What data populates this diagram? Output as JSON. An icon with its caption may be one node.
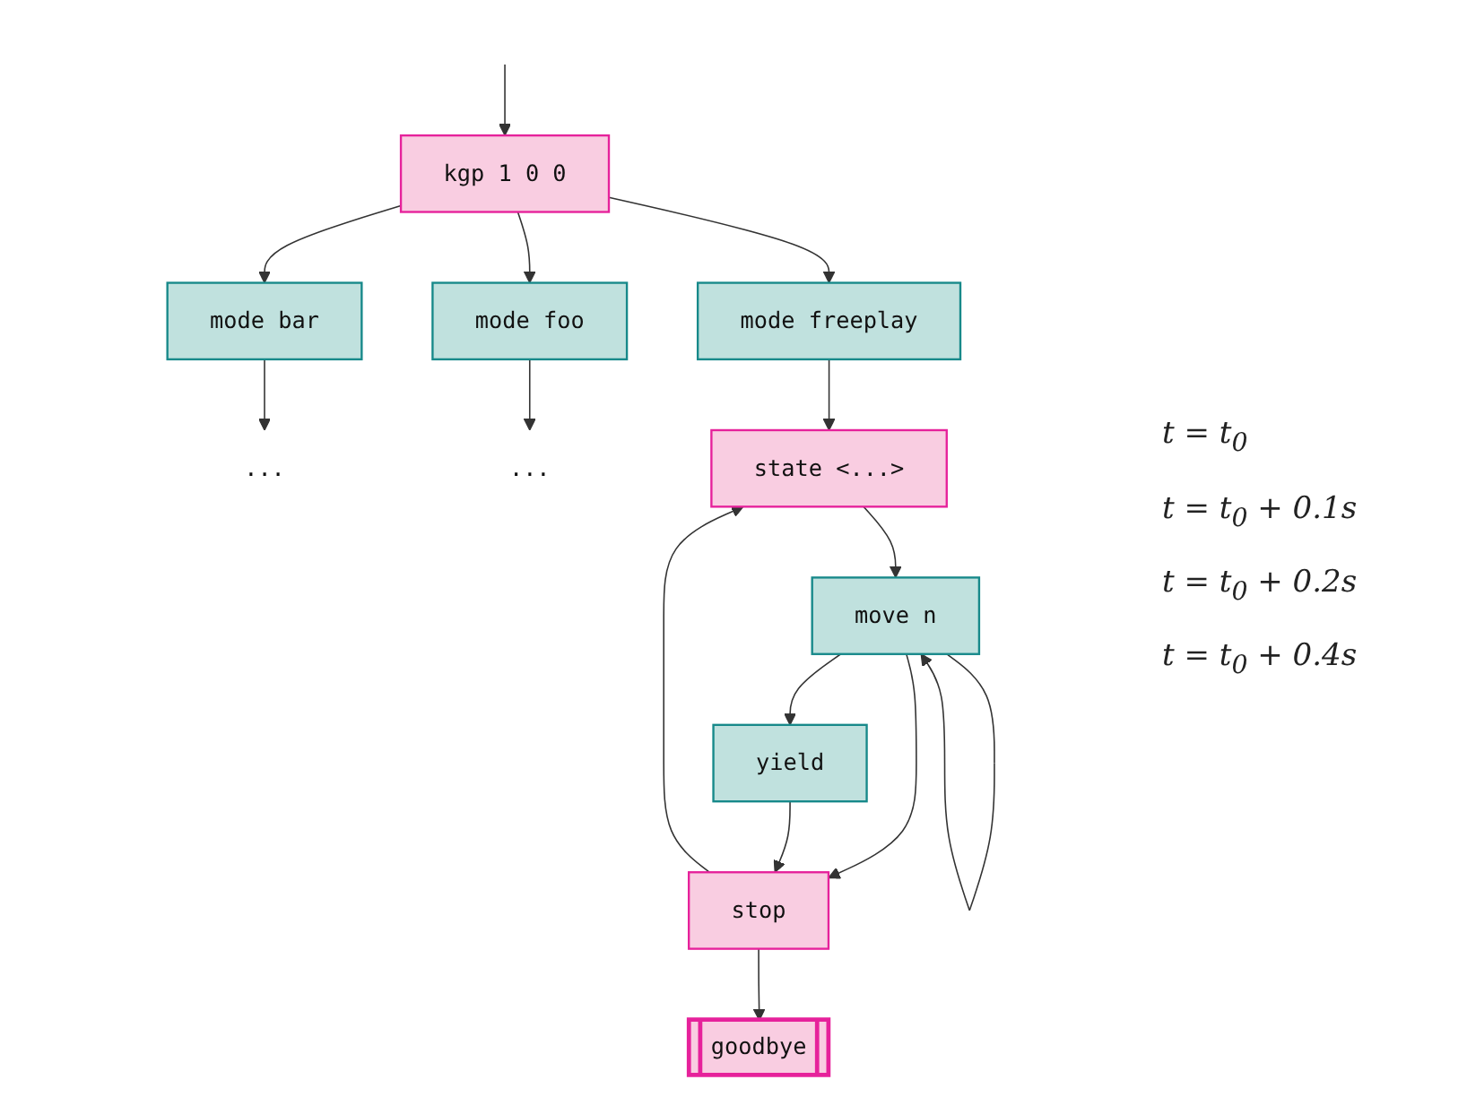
{
  "diagram": {
    "nodes": [
      {
        "text": [
          "kgp 1 0 0"
        ]
      },
      {
        "text": [
          "mode bar"
        ]
      },
      {
        "text": [
          "mode freeplay"
        ]
      },
      {
        "text": [
          "mode foo"
        ]
      },
      {
        "text": [
          "..."
        ]
      },
      {
        "text": [
          "..."
        ]
      },
      {
        "text": [
          "state <...>"
        ]
      },
      {
        "text": [
          "move n"
        ]
      },
      {
        "text": [
          "stop"
        ]
      },
      {
        "text": [
          "yield"
        ]
      },
      {
        "text": [
          "goodbye"
        ]
      }
    ],
    "edges": [
      {
        "from": null,
        "to": 0,
        "arrow": "to"
      },
      {
        "from": 0,
        "to": 1,
        "arrow": "to"
      },
      {
        "from": 0,
        "to": 2,
        "arrow": "to"
      },
      {
        "from": 0,
        "to": 3,
        "arrow": "to"
      },
      {
        "from": 1,
        "to": 4,
        "arrow": "to"
      },
      {
        "from": 3,
        "to": 5,
        "arrow": "to"
      },
      {
        "from": 2,
        "to": 6,
        "arrow": "to"
      },
      {
        "from": 6,
        "to": 7,
        "arrow": "to"
      },
      {
        "from": 7,
        "to": 7,
        "arrow": "to"
      },
      {
        "from": 7,
        "to": 8,
        "arrow": "to"
      },
      {
        "from": 7,
        "to": 9,
        "arrow": "to"
      },
      {
        "from": 9,
        "to": 8,
        "arrow": "to"
      },
      {
        "from": 8,
        "to": 6,
        "arrow": "to"
      },
      {
        "from": 8,
        "to": 10,
        "arrow": "to"
      }
    ],
    "labels": [
      "t = t$_{0}$",
      "t = t$_{0}$ + 0.1s",
      "t = t$_{0}$ + 0.2s",
      "t = t$_{0}$ + 0.4s"
    ]
  }
}
